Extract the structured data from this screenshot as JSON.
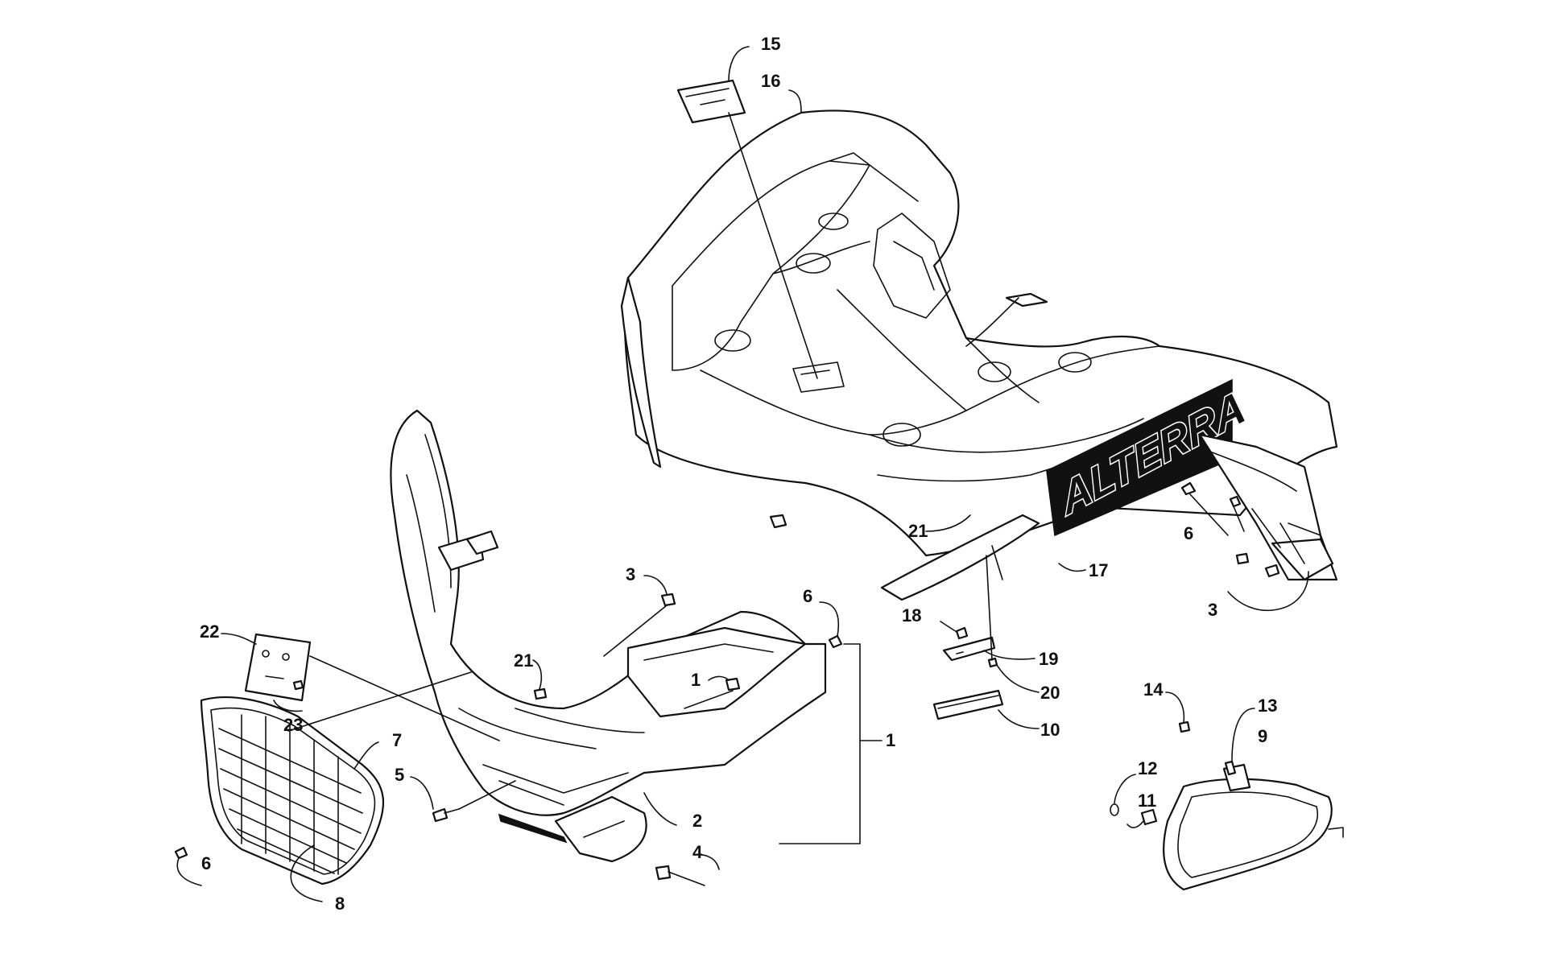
{
  "decal": {
    "logo_text": "ALTERRA"
  },
  "callouts": [
    {
      "id": "c15a",
      "label": "15"
    },
    {
      "id": "c16",
      "label": "16"
    },
    {
      "id": "c21a",
      "label": "21"
    },
    {
      "id": "c17",
      "label": "17"
    },
    {
      "id": "c6a",
      "label": "6"
    },
    {
      "id": "c3a",
      "label": "3"
    },
    {
      "id": "c3b",
      "label": "3"
    },
    {
      "id": "c6b",
      "label": "6"
    },
    {
      "id": "c18",
      "label": "18"
    },
    {
      "id": "c19",
      "label": "19"
    },
    {
      "id": "c20",
      "label": "20"
    },
    {
      "id": "c10",
      "label": "10"
    },
    {
      "id": "c22",
      "label": "22"
    },
    {
      "id": "c23",
      "label": "23"
    },
    {
      "id": "c21b",
      "label": "21"
    },
    {
      "id": "c1a",
      "label": "1"
    },
    {
      "id": "c1b",
      "label": "1"
    },
    {
      "id": "c7",
      "label": "7"
    },
    {
      "id": "c5",
      "label": "5"
    },
    {
      "id": "c2",
      "label": "2"
    },
    {
      "id": "c6c",
      "label": "6"
    },
    {
      "id": "c8",
      "label": "8"
    },
    {
      "id": "c4",
      "label": "4"
    },
    {
      "id": "c14",
      "label": "14"
    },
    {
      "id": "c13",
      "label": "13"
    },
    {
      "id": "c9",
      "label": "9"
    },
    {
      "id": "c12",
      "label": "12"
    },
    {
      "id": "c11",
      "label": "11"
    }
  ]
}
